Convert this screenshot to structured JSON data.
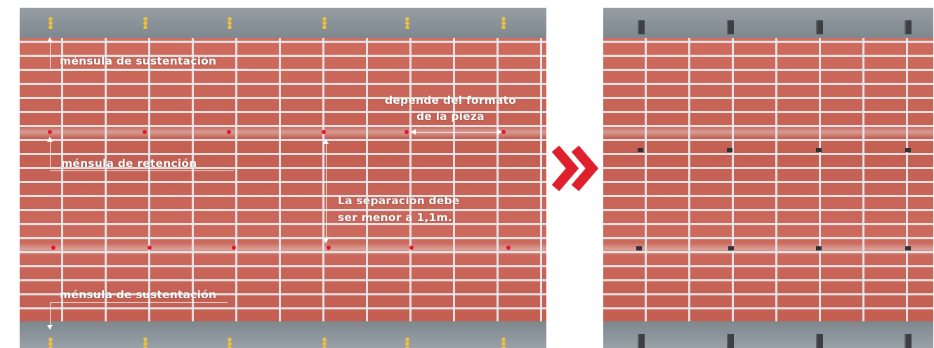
{
  "labels": {
    "support_top": "ménsula de sustentación",
    "retention": "ménsula de retención",
    "support_bottom": "ménsula de sustentación",
    "format_line1": "depende del formato",
    "format_line2": "de la pieza",
    "spacing_line1": "La separación debe",
    "spacing_line2": "ser menor a 1,1m."
  },
  "colors": {
    "arrow": "#e01f2c",
    "retention_dot": "#e3162b",
    "support_dot": "#f0c23a",
    "brick": "#c96558",
    "concrete": "#8d969c"
  },
  "icons": {
    "transition": "double-chevron-right-icon",
    "support_marker": "yellow-dot-pair-icon",
    "retention_marker": "red-dot-icon",
    "installed_bracket": "metal-bracket-icon"
  }
}
